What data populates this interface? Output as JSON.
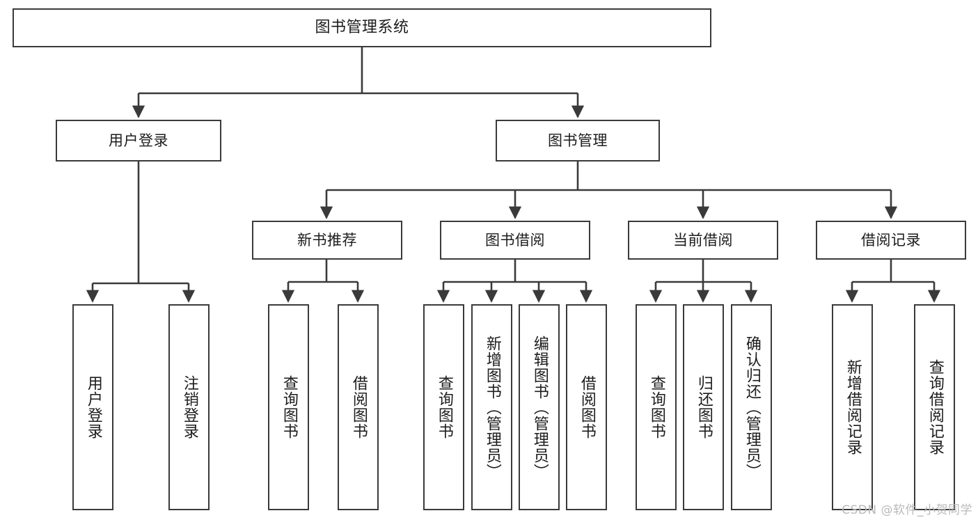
{
  "diagram": {
    "title": "图书管理系统",
    "type": "tree",
    "line_color": "#3a3a3a",
    "box_fill": "#ffffff",
    "text_color": "#1c1c1c",
    "watermark": "CSDN @软件_小贺同学",
    "levels": {
      "root": "图书管理系统",
      "level2": [
        "用户登录",
        "图书管理"
      ],
      "level3": [
        "新书推荐",
        "图书借阅",
        "当前借阅",
        "借阅记录"
      ]
    },
    "nodes": {
      "root": {
        "label": "图书管理系统"
      },
      "user_login": {
        "label": "用户登录"
      },
      "book_manage": {
        "label": "图书管理"
      },
      "new_book_rec": {
        "label": "新书推荐"
      },
      "book_borrow": {
        "label": "图书借阅"
      },
      "current_borrow": {
        "label": "当前借阅"
      },
      "borrow_record": {
        "label": "借阅记录"
      },
      "leaf_user_login": {
        "label": "用户登录"
      },
      "leaf_logout": {
        "label": "注销登录"
      },
      "leaf_query_book_1": {
        "label": "查询图书"
      },
      "leaf_borrow_book_1": {
        "label": "借阅图书"
      },
      "leaf_query_book_2": {
        "label": "查询图书"
      },
      "leaf_add_book": {
        "label": "新增图书（管理员）"
      },
      "leaf_edit_book": {
        "label": "编辑图书（管理员）"
      },
      "leaf_borrow_book_2": {
        "label": "借阅图书"
      },
      "leaf_query_book_3": {
        "label": "查询图书"
      },
      "leaf_return_book": {
        "label": "归还图书"
      },
      "leaf_confirm_return": {
        "label": "确认归还（管理员）"
      },
      "leaf_add_record": {
        "label": "新增借阅记录"
      },
      "leaf_query_record": {
        "label": "查询借阅记录"
      }
    },
    "edges": [
      {
        "from": "root",
        "to": "user_login"
      },
      {
        "from": "root",
        "to": "book_manage"
      },
      {
        "from": "user_login",
        "to": "leaf_user_login"
      },
      {
        "from": "user_login",
        "to": "leaf_logout"
      },
      {
        "from": "book_manage",
        "to": "new_book_rec"
      },
      {
        "from": "book_manage",
        "to": "book_borrow"
      },
      {
        "from": "book_manage",
        "to": "current_borrow"
      },
      {
        "from": "book_manage",
        "to": "borrow_record"
      },
      {
        "from": "new_book_rec",
        "to": "leaf_query_book_1"
      },
      {
        "from": "new_book_rec",
        "to": "leaf_borrow_book_1"
      },
      {
        "from": "book_borrow",
        "to": "leaf_query_book_2"
      },
      {
        "from": "book_borrow",
        "to": "leaf_add_book"
      },
      {
        "from": "book_borrow",
        "to": "leaf_edit_book"
      },
      {
        "from": "book_borrow",
        "to": "leaf_borrow_book_2"
      },
      {
        "from": "current_borrow",
        "to": "leaf_query_book_3"
      },
      {
        "from": "current_borrow",
        "to": "leaf_return_book"
      },
      {
        "from": "current_borrow",
        "to": "leaf_confirm_return"
      },
      {
        "from": "borrow_record",
        "to": "leaf_add_record"
      },
      {
        "from": "borrow_record",
        "to": "leaf_query_record"
      }
    ]
  }
}
